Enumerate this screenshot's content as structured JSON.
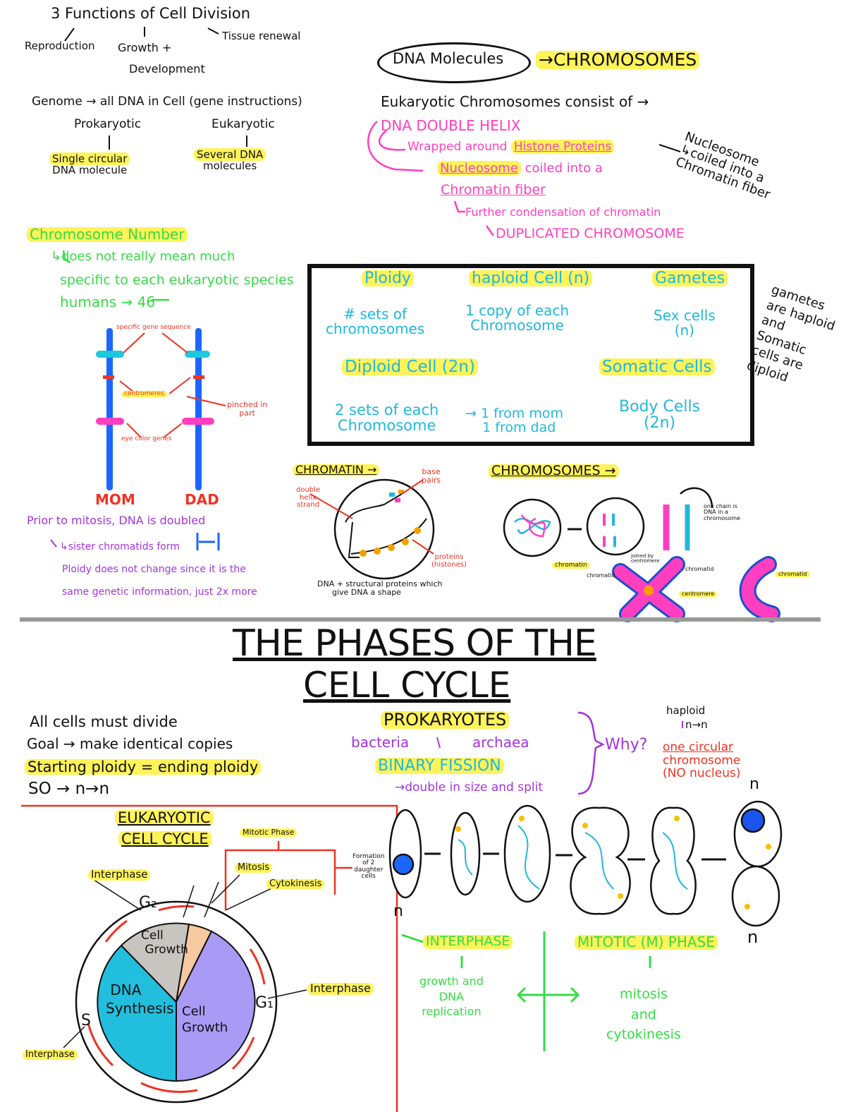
{
  "functions": {
    "title": "3 Functions of Cell Division",
    "reproduction": "Reproduction",
    "growth": "Growth +",
    "development": "Development",
    "tissue": "Tissue renewal"
  },
  "genome": {
    "line": "Genome → all DNA in Cell (gene instructions)",
    "prokaryotic": "Prokaryotic",
    "eukaryotic": "Eukaryotic",
    "pro_desc1": "Single circular",
    "pro_desc2": "DNA molecule",
    "eu_desc1": "Several DNA",
    "eu_desc2": "molecules"
  },
  "dna": {
    "molecules": "DNA Molecules",
    "chromosomes": "→CHROMOSOMES",
    "consist": "Eukaryotic Chromosomes consist of →",
    "helix": "DNA DOUBLE HELIX",
    "wrapped": "Wrapped around",
    "histone": "Histone Proteins",
    "nucleosome": "Nucleosome",
    "coiled": "coiled into a",
    "fiber": "Chromatin fiber",
    "further": "Further condensation of chromatin",
    "duplicated": "DUPLICATED CHROMOSOME",
    "side1": "Nucleosome",
    "side2": "↳coiled into a",
    "side3": "Chromatin fiber"
  },
  "number": {
    "title": "Chromosome Number",
    "l1": "↳does not really mean much",
    "l2": "specific to each eukaryotic species",
    "l3": "humans → 46"
  },
  "ploidy": {
    "ploidy": "Ploidy",
    "ploidy_d1": "# sets of",
    "ploidy_d2": "chromosomes",
    "haploid": "haploid Cell (n)",
    "haploid_d1": "1 copy of each",
    "haploid_d2": "Chromosome",
    "gametes": "Gametes",
    "gametes_d1": "Sex cells",
    "gametes_d2": "(n)",
    "diploid": "Diploid Cell (2n)",
    "diploid_d1": "2 sets of each",
    "diploid_d2": "Chromosome",
    "mom": "1 from mom",
    "dad": "1 from dad",
    "somatic": "Somatic Cells",
    "somatic_d1": "Body Cells",
    "somatic_d2": "(2n)",
    "side": [
      "gametes",
      "are haploid",
      "and",
      "Somatic",
      "cells are",
      "diploid"
    ]
  },
  "pair": {
    "gene": "specific gene sequence",
    "centromeres": "centromeres",
    "pinched1": "pinched in",
    "pinched2": "part",
    "eye": "eye color genes",
    "mom": "MOM",
    "dad": "DAD"
  },
  "mitosis_note": {
    "l1": "Prior to mitosis, DNA is doubled",
    "l2": "↳sister chromatids form",
    "l3": "Ploidy does not change since it is the",
    "l4": "same genetic information, just 2x more"
  },
  "chromatin": {
    "title": "CHROMATIN →",
    "base1": "base",
    "base2": "pairs",
    "helix1": "double",
    "helix2": "helix",
    "helix3": "strand",
    "prot1": "proteins",
    "prot2": "(histones)",
    "desc1": "DNA + structural proteins which",
    "desc2": "give DNA a shape"
  },
  "chromosomes": {
    "title": "CHROMOSOMES →",
    "chromatin": "chromatin",
    "chain1": "one chain is",
    "chain2": "DNA in a",
    "chain3": "chromosome",
    "joined1": "joined by",
    "joined2": "centromere",
    "chromatid_l": "chromatid",
    "chromatid_r": "chromatid",
    "centromere": "centromere",
    "chromatid_single": "chromatid"
  },
  "title": {
    "l1": "THE PHASES OF THE",
    "l2": "CELL CYCLE"
  },
  "intro": {
    "l1": "All cells must divide",
    "l2": "Goal → make identical copies",
    "l3": "Starting ploidy = ending ploidy",
    "l4": "SO → n→n"
  },
  "cycle": {
    "title1": "EUKARYOTIC",
    "title2": "CELL CYCLE",
    "mitotic_phase": "Mitotic Phase",
    "mitosis": "Mitosis",
    "cytokinesis": "Cytokinesis",
    "formation1": "Formation",
    "formation2": "of 2",
    "formation3": "daughter",
    "formation4": "cells",
    "interphase_top": "Interphase",
    "interphase_right": "Interphase",
    "interphase_left": "Interphase",
    "g2_growth1": "Cell",
    "g2_growth2": "Growth",
    "dna1": "DNA",
    "dna2": "Synthesis",
    "g1_growth1": "Cell",
    "g1_growth2": "Growth",
    "g2": "G₂",
    "g1": "G₁",
    "s": "S"
  },
  "prok": {
    "title": "PROKARYOTES",
    "bacteria": "bacteria",
    "archaea": "archaea",
    "binary": "BINARY FISSION",
    "double": "→double in size and split",
    "why": "Why?",
    "circ1": "one circular",
    "circ2": "chromosome",
    "circ3": "(NO nucleus)",
    "haploid": "haploid",
    "nn": "n→n",
    "n1": "n",
    "n2": "n",
    "n3": "n"
  },
  "phases": {
    "interphase": "INTERPHASE",
    "i1": "growth and",
    "i2": "DNA",
    "i3": "replication",
    "mitotic": "MITOTIC (M) PHASE",
    "m1": "mitosis",
    "m2": "and",
    "m3": "cytokinesis"
  }
}
